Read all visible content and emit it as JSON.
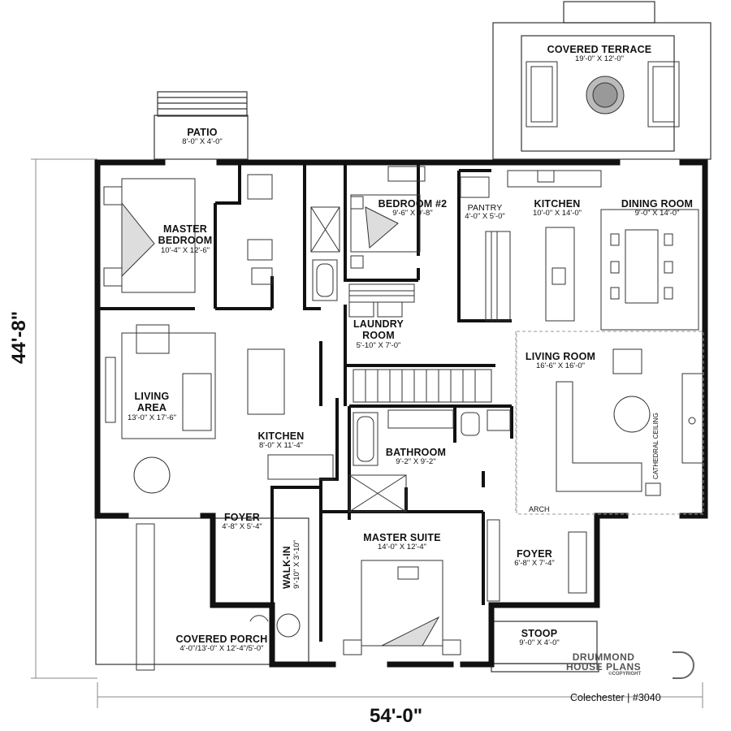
{
  "plan_title": "",
  "dimensions": {
    "width": "54'-0\"",
    "depth": "44'-8\""
  },
  "rooms": {
    "covered_terrace": {
      "name": "COVERED TERRACE",
      "size": "19'-0\" X 12'-0\""
    },
    "patio": {
      "name": "PATIO",
      "size": "8'-0\" X 4'-0\""
    },
    "master_bedroom": {
      "name": "MASTER",
      "name2": "BEDROOM",
      "size": "10'-4\" X 12'-6\""
    },
    "bedroom2": {
      "name": "BEDROOM #2",
      "size": "9'-6\" X 9'-8\""
    },
    "pantry": {
      "name": "PANTRY",
      "size": "4'-0\" X 5'-0\""
    },
    "kitchen_right": {
      "name": "KITCHEN",
      "size": "10'-0\" X 14'-0\""
    },
    "dining_room": {
      "name": "DINING ROOM",
      "size": "9'-0\" X 14'-0\""
    },
    "laundry_room": {
      "name": "LAUNDRY",
      "name2": "ROOM",
      "size": "5'-10\" X 7'-0\""
    },
    "living_room": {
      "name": "LIVING ROOM",
      "size": "16'-6\" X 16'-0\""
    },
    "living_area": {
      "name": "LIVING",
      "name2": "AREA",
      "size": "13'-0\" X 17'-6\""
    },
    "kitchen_left": {
      "name": "KITCHEN",
      "size": "8'-0\" X 11'-4\""
    },
    "bathroom": {
      "name": "BATHROOM",
      "size": "9'-2\" X 9'-2\""
    },
    "foyer_left": {
      "name": "FOYER",
      "size": "4'-8\" X 5'-4\""
    },
    "walk_in": {
      "name": "WALK-IN",
      "size": "9'-10\" X 3'-10\""
    },
    "master_suite": {
      "name": "MASTER SUITE",
      "size": "14'-0\" X 12'-4\""
    },
    "foyer_right": {
      "name": "FOYER",
      "size": "6'-8\" X 7'-4\""
    },
    "covered_porch": {
      "name": "COVERED PORCH",
      "size": "4'-0\"/13'-0\" X 12'-4\"/5'-0\""
    },
    "stoop": {
      "name": "STOOP",
      "size": "9'-0\" X 4'-0\""
    }
  },
  "annotations": {
    "cathedral_ceiling": "CATHEDRAL CEILING",
    "arch": "ARCH"
  },
  "brand": {
    "line1": "DRUMMOND",
    "line2": "HOUSE PLANS",
    "copyright": "©COPYRIGHT"
  },
  "model": "Colechester | #3040",
  "colors": {
    "wall": "#111111",
    "line": "#333333",
    "light": "#999999",
    "background": "#ffffff"
  }
}
